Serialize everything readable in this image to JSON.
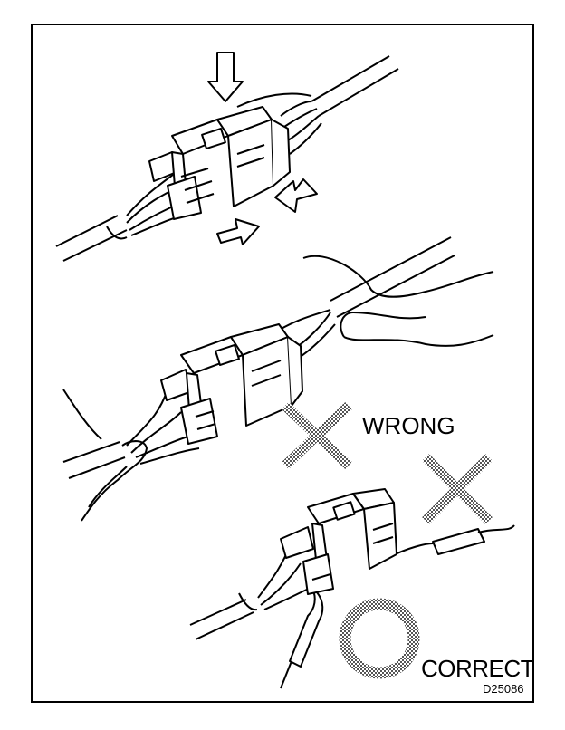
{
  "labels": {
    "wrong": "WRONG",
    "correct": "CORRECT",
    "figure_code": "D25086"
  },
  "colors": {
    "line": "#000000",
    "background": "#ffffff",
    "wrong_mark": "#8c8c8c",
    "correct_mark": "#8c8c8c"
  },
  "icons": [
    "down-arrow-icon",
    "left-arrow-icon",
    "right-arrow-icon",
    "wrong-x-icon",
    "correct-circle-icon"
  ]
}
